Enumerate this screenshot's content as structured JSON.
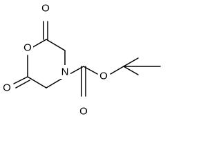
{
  "molecule": {
    "atoms": {
      "ring_oxygen": "O",
      "carbonyl_oxygen_top": "O",
      "carbonyl_oxygen_left": "O",
      "ring_nitrogen": "N",
      "ester_oxygen": "O",
      "carbamate_carbonyl_oxygen": "O"
    },
    "colors": {
      "bond": "#000000",
      "label": "#000000",
      "background": "#ffffff"
    }
  }
}
